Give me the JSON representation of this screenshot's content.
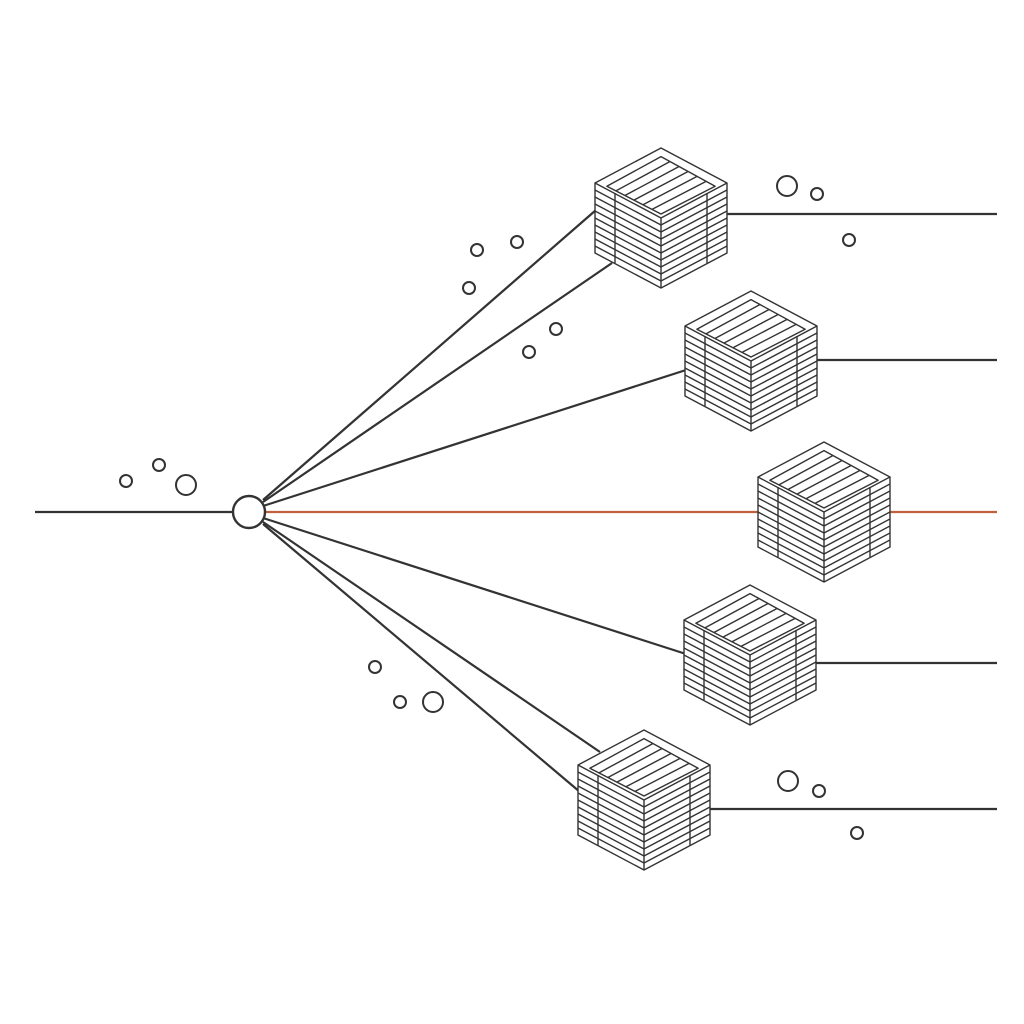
{
  "diagram": {
    "type": "fan-out network",
    "node_count": 5,
    "highlighted_branch": 3,
    "colors": {
      "background": "#ffffff",
      "line": "#333333",
      "highlight": "#c0603e",
      "hub_fill": "#ffffff"
    },
    "icons": {
      "hub": "hub-node-icon",
      "node": "server-cube-icon",
      "particle": "bubble-icon"
    }
  }
}
